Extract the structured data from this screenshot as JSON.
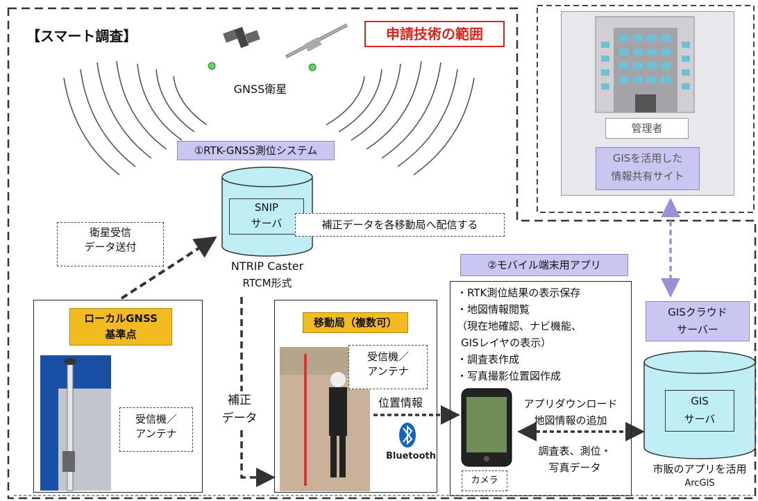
{
  "header": {
    "smart_survey": "【スマート調査】",
    "scope_label": "申請技術の範囲"
  },
  "satellites": {
    "label": "GNSS衛星"
  },
  "rtk_system": {
    "label": "①RTK-GNSS測位システム"
  },
  "snip_server": {
    "line1": "SNIP",
    "line2": "サーバ",
    "caster": "NTRIP Caster",
    "format": "RTCM形式"
  },
  "correction_note": "補正データを各移動局へ配信する",
  "satellite_data_note": {
    "line1": "衛星受信",
    "line2": "データ送付"
  },
  "local_station": {
    "title_line1": "ローカルGNSS",
    "title_line2": "基準点",
    "receiver_line1": "受信機／",
    "receiver_line2": "アンテナ"
  },
  "correction_data": {
    "line1": "補正",
    "line2": "データ"
  },
  "mobile_station": {
    "title": "移動局（複数可）",
    "receiver_line1": "受信機／",
    "receiver_line2": "アンテナ",
    "position_info": "位置情報",
    "bluetooth": "Bluetooth"
  },
  "mobile_app": {
    "title": "②モバイル端末用アプリ",
    "features": [
      "・RTK測位結果の表示保存",
      "・地図情報閲覧",
      "（現在地確認、ナビ機能、",
      "  GISレイヤの表示）",
      "・調査表作成",
      "・写真撮影位置図作成"
    ],
    "camera": "カメラ",
    "download_line1": "アプリダウンロード",
    "download_line2": "地図情報の追加",
    "upload_line1": "調査表、測位・",
    "upload_line2": "写真データ"
  },
  "gis_cloud": {
    "title_line1": "GISクラウド",
    "title_line2": "サーバー",
    "server_line1": "GIS",
    "server_line2": "サーバ",
    "note_line1": "市販のアプリを活用",
    "note_line2": "ArcGIS"
  },
  "admin": {
    "label": "管理者",
    "site_line1": "GISを活用した",
    "site_line2": "情報共有サイト"
  },
  "colors": {
    "accent_red": "#e0221c",
    "lavender": "#c9c6f2",
    "gold": "#f2bb1f",
    "cyan_db": "#bfeef5",
    "arrow_purple": "#9b8fd6"
  }
}
